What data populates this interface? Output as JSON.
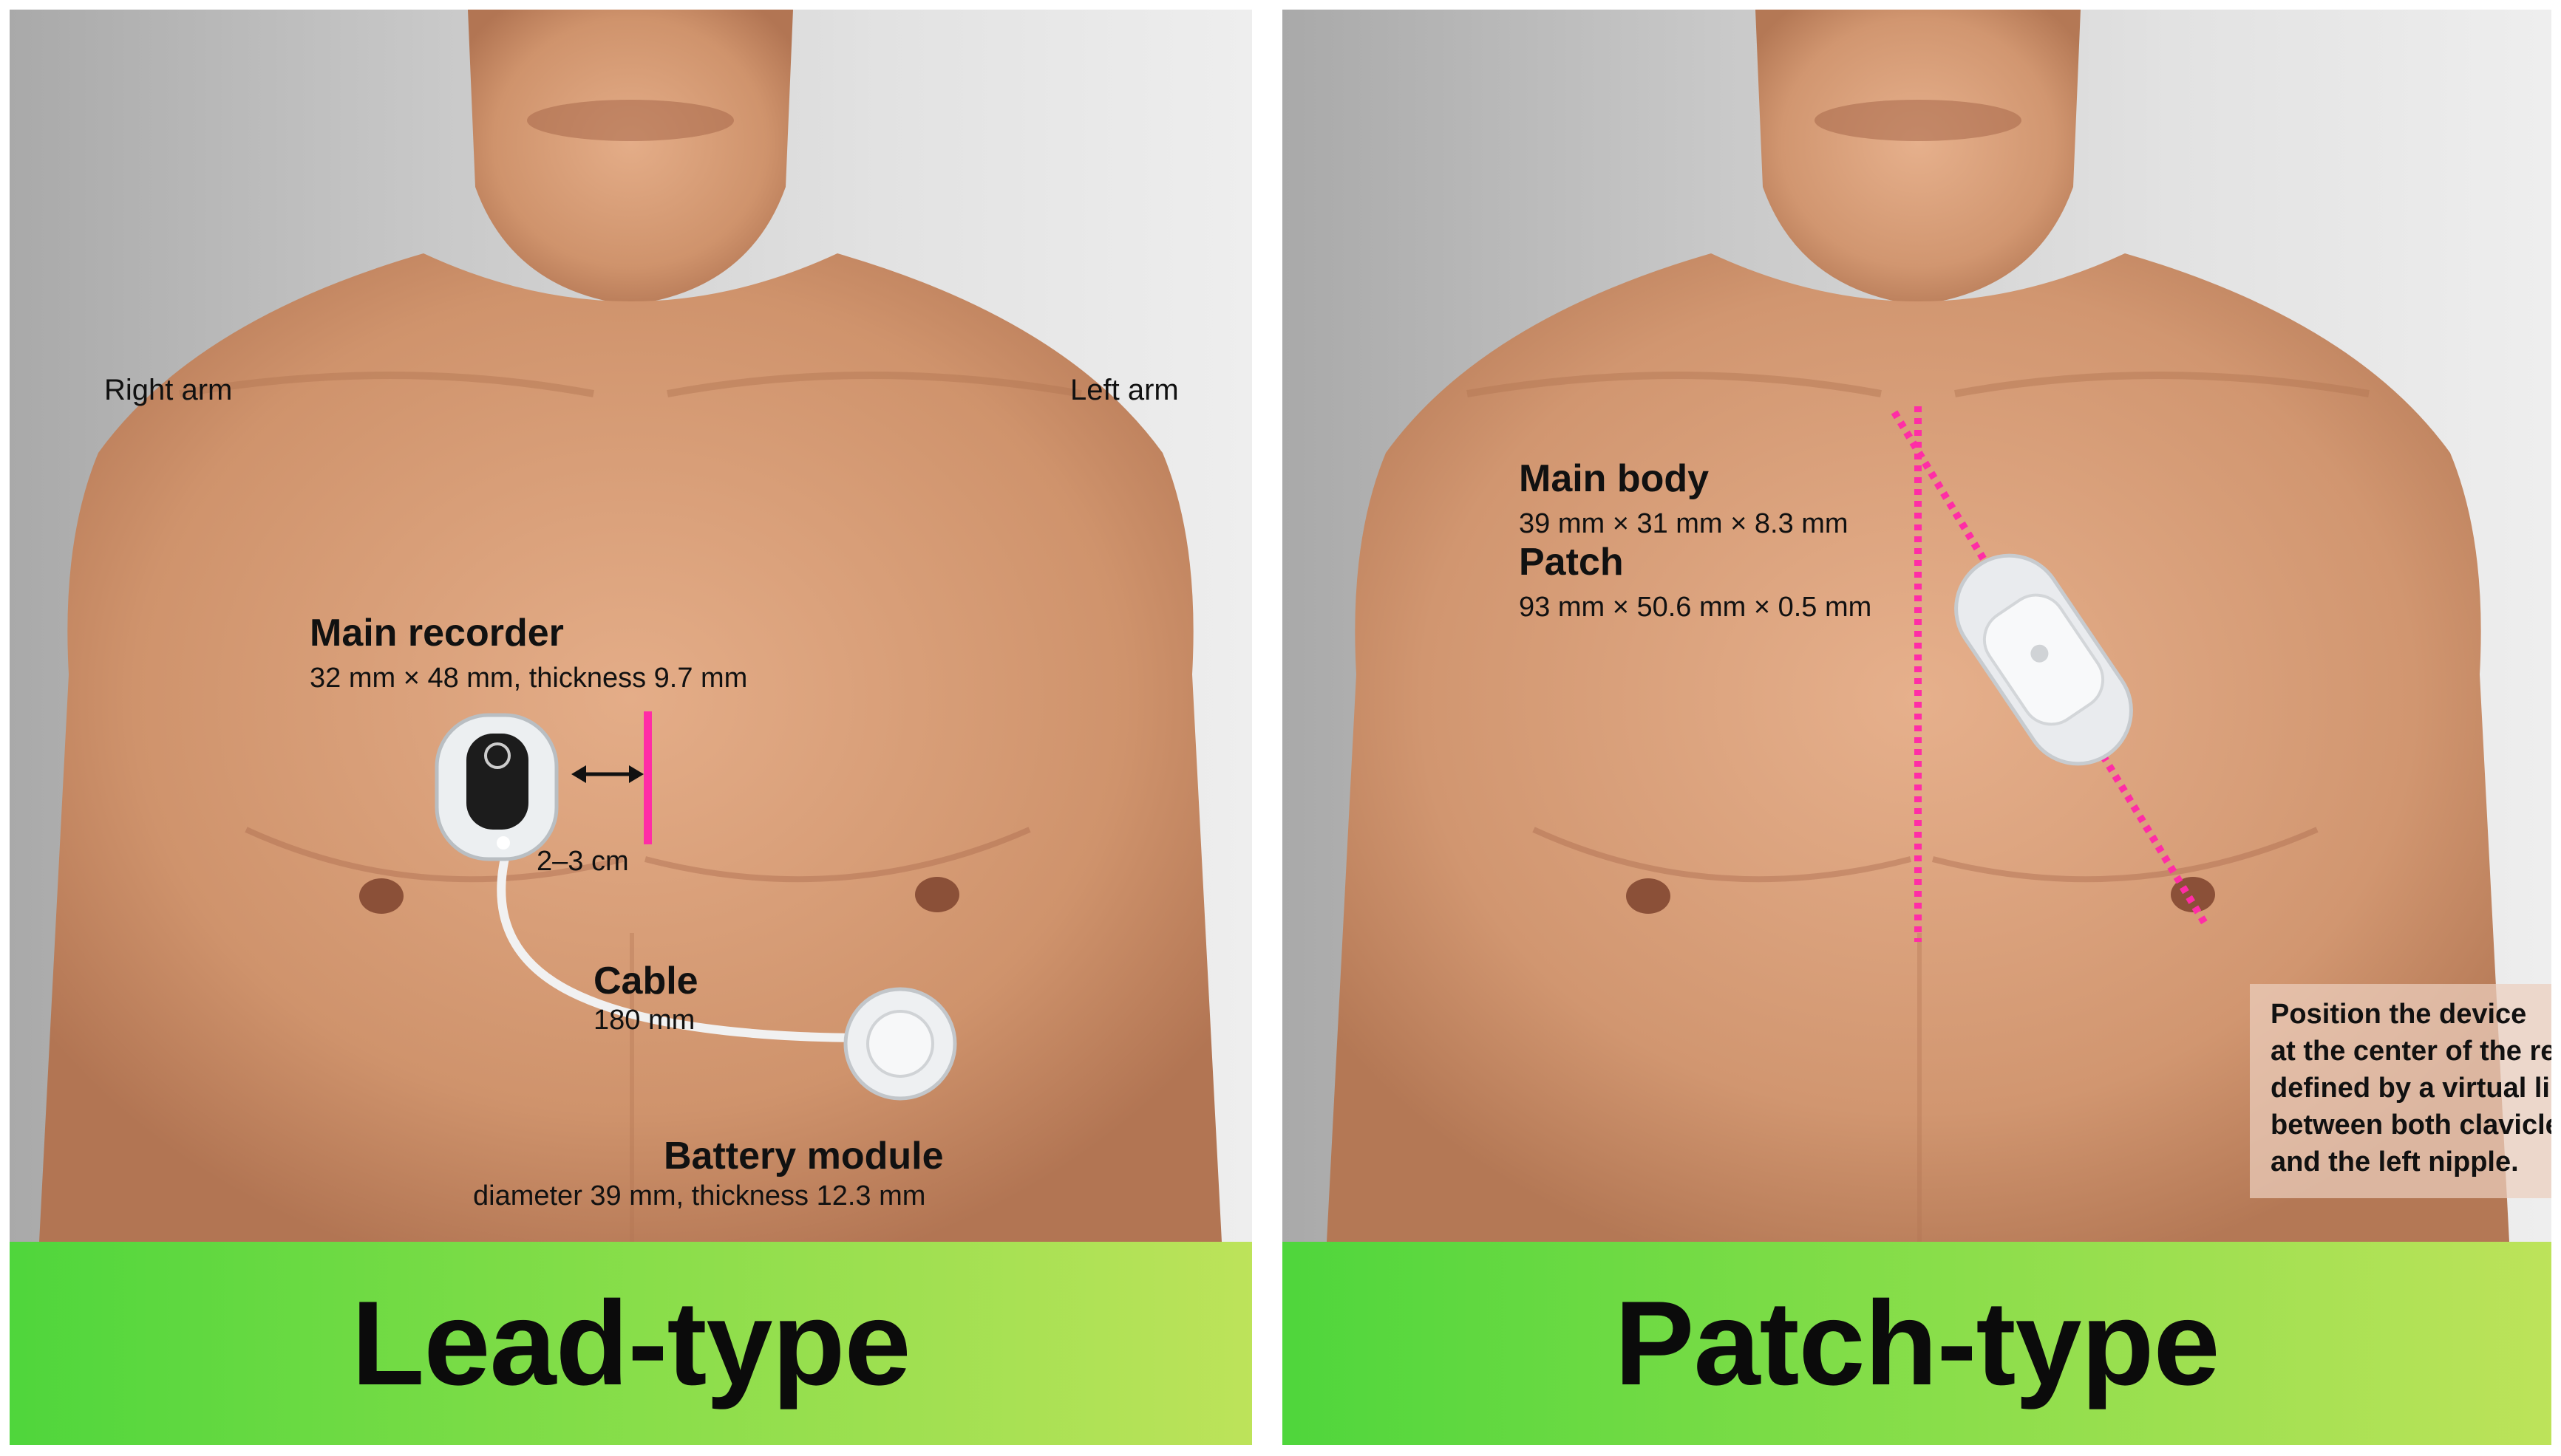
{
  "lead_panel": {
    "right_arm": "Right arm",
    "left_arm": "Left arm",
    "main_recorder": {
      "title": "Main recorder",
      "spec": "32 mm × 48 mm, thickness 9.7 mm"
    },
    "gap": "2–3 cm",
    "cable": {
      "title": "Cable",
      "spec": "180 mm"
    },
    "battery_module": {
      "title": "Battery module",
      "spec": "diameter 39 mm, thickness 12.3 mm"
    },
    "banner": "Lead-type"
  },
  "patch_panel": {
    "main_body": {
      "title": "Main body",
      "spec": "39 mm × 31 mm × 8.3 mm"
    },
    "patch": {
      "title": "Patch",
      "spec": "93 mm × 50.6 mm × 0.5 mm"
    },
    "note_lines": [
      "Position the device",
      "at the center of the region",
      "defined by a virtual line",
      "between both clavicles",
      "and the left nipple."
    ],
    "banner": "Patch-type"
  },
  "colors": {
    "marker_pink": "#ff2da6",
    "banner_green_start": "#4fd63c",
    "banner_green_end": "#bde35a",
    "skin": "#d9a07a"
  }
}
